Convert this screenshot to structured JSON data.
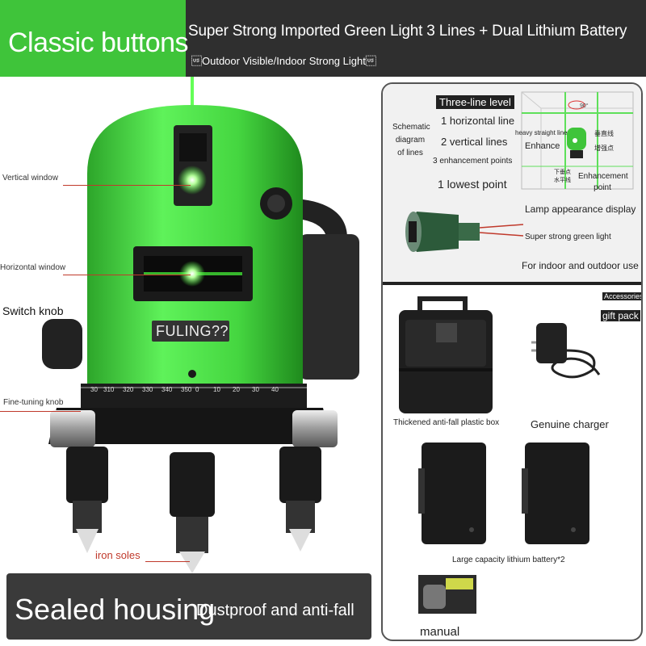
{
  "header": {
    "title": "Classic buttons",
    "subtitle": "Super Strong Imported Green Light 3 Lines + Dual Lithium Battery",
    "tagline": "\u001fOutdoor Visible/Indoor Strong Light\u001f"
  },
  "device": {
    "brand": "FULING??",
    "dial_ticks": [
      "30",
      "310",
      "320",
      "330",
      "340",
      "350",
      "0",
      "10",
      "20",
      "30",
      "40"
    ],
    "callouts": {
      "vertical_window": "Vertical window",
      "horizontal_window": "Horizontal window",
      "switch_knob": "Switch knob",
      "fine_tuning_knob": "Fine-tuning knob",
      "iron_soles": "iron soles"
    }
  },
  "banner": {
    "big": "Sealed housing",
    "small": "Dustproof and anti-fall"
  },
  "right_panel": {
    "three_line_title": "Three-line level",
    "schematic": "Schematic diagram of lines",
    "schematic_lines": [
      "Schematic",
      "diagram",
      "of lines"
    ],
    "specs": [
      "1 horizontal line",
      "2 vertical lines",
      "3 enhancement points",
      "1 lowest point"
    ],
    "cube_labels": {
      "deg": "90°",
      "heavy": "heavy straight line",
      "enhance": "Enhance",
      "vertical_cn": "垂直线",
      "enhance_cn": "增强点",
      "lowest_cn": "下垂点",
      "horizontal_cn": "水平线",
      "enhancement_point": "Enhancement point"
    },
    "lamp": {
      "title": "Lamp appearance display",
      "line1": "Super strong green light",
      "line2": "For indoor and outdoor use"
    },
    "accessories": {
      "heading": "Accessories",
      "gift": "gift pack",
      "box": "Thickened anti-fall plastic box",
      "charger": "Genuine charger",
      "battery": "Large capacity lithium battery*2",
      "manual": "manual"
    }
  },
  "colors": {
    "green": "#3fc43a",
    "dark": "#2f2f2f",
    "laser": "#49ff3a",
    "callout_line": "#c0392b"
  }
}
